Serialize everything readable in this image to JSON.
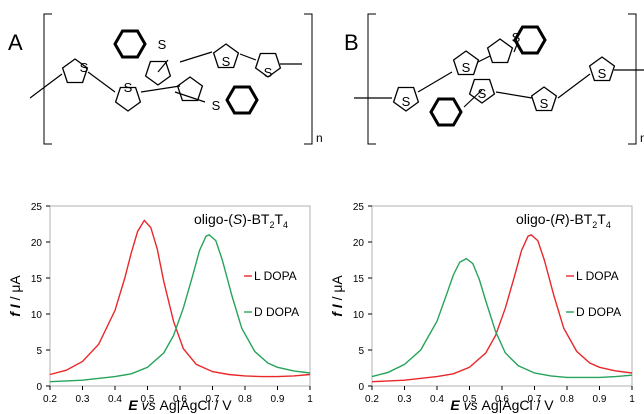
{
  "panels": [
    {
      "letter": "A",
      "subscript": "n"
    },
    {
      "letter": "B",
      "subscript": "n"
    }
  ],
  "structure_atom_label": "S",
  "chart_data": [
    {
      "type": "line",
      "title_parts": [
        "oligo-(",
        "S",
        ")-BT",
        "2",
        "T",
        "4"
      ],
      "xlabel_parts": [
        "E",
        " vs ",
        "Ag|AgCl / V"
      ],
      "ylabel_parts": [
        "f",
        " ",
        "I",
        " / μA"
      ],
      "xlim": [
        0.2,
        1.0
      ],
      "ylim": [
        0,
        25
      ],
      "xticks": [
        "0.2",
        "0.3",
        "0.4",
        "0.5",
        "0.6",
        "0.7",
        "0.8",
        "0.9",
        "1"
      ],
      "yticks": [
        "0",
        "5",
        "10",
        "15",
        "20",
        "25"
      ],
      "grid": false,
      "legend_placement": "right",
      "series": [
        {
          "name": "L DOPA",
          "color": "#e8282b",
          "x": [
            0.2,
            0.25,
            0.3,
            0.35,
            0.4,
            0.43,
            0.45,
            0.47,
            0.49,
            0.51,
            0.53,
            0.55,
            0.58,
            0.61,
            0.65,
            0.7,
            0.75,
            0.8,
            0.85,
            0.9,
            0.95,
            1.0
          ],
          "y": [
            1.6,
            2.2,
            3.4,
            5.8,
            10.5,
            15.0,
            18.5,
            21.5,
            23.0,
            22.0,
            19.0,
            14.5,
            9.0,
            5.2,
            3.0,
            2.0,
            1.6,
            1.4,
            1.3,
            1.3,
            1.4,
            1.6
          ]
        },
        {
          "name": "D DOPA",
          "color": "#27a35a",
          "x": [
            0.2,
            0.3,
            0.4,
            0.45,
            0.5,
            0.55,
            0.58,
            0.61,
            0.64,
            0.66,
            0.68,
            0.69,
            0.71,
            0.73,
            0.76,
            0.79,
            0.83,
            0.87,
            0.9,
            0.95,
            1.0
          ],
          "y": [
            0.6,
            0.8,
            1.3,
            1.7,
            2.6,
            4.6,
            7.0,
            10.8,
            15.5,
            18.8,
            20.8,
            21.0,
            20.2,
            17.5,
            12.5,
            8.0,
            4.8,
            3.2,
            2.6,
            2.1,
            1.8
          ]
        }
      ]
    },
    {
      "type": "line",
      "title_parts": [
        "oligo-(",
        "R",
        ")-BT",
        "2",
        "T",
        "4"
      ],
      "xlabel_parts": [
        "E",
        " vs ",
        "Ag|AgCl / V"
      ],
      "ylabel_parts": [
        "f",
        " ",
        "I",
        " / μA"
      ],
      "xlim": [
        0.2,
        1.0
      ],
      "ylim": [
        0,
        25
      ],
      "xticks": [
        "0.2",
        "0.3",
        "0.4",
        "0.5",
        "0.6",
        "0.7",
        "0.8",
        "0.9",
        "1"
      ],
      "yticks": [
        "0",
        "5",
        "10",
        "15",
        "20",
        "25"
      ],
      "grid": false,
      "legend_placement": "right",
      "series": [
        {
          "name": "L DOPA",
          "color": "#e8282b",
          "x": [
            0.2,
            0.3,
            0.4,
            0.45,
            0.5,
            0.55,
            0.58,
            0.61,
            0.64,
            0.66,
            0.68,
            0.69,
            0.71,
            0.73,
            0.76,
            0.79,
            0.83,
            0.87,
            0.9,
            0.95,
            1.0
          ],
          "y": [
            0.6,
            0.8,
            1.3,
            1.7,
            2.6,
            4.6,
            7.0,
            10.8,
            15.5,
            18.8,
            20.8,
            21.0,
            20.2,
            17.5,
            12.5,
            8.0,
            4.8,
            3.2,
            2.6,
            2.1,
            1.8
          ]
        },
        {
          "name": "D DOPA",
          "color": "#27a35a",
          "x": [
            0.2,
            0.25,
            0.3,
            0.35,
            0.4,
            0.43,
            0.45,
            0.47,
            0.49,
            0.51,
            0.53,
            0.55,
            0.58,
            0.61,
            0.65,
            0.7,
            0.75,
            0.8,
            0.85,
            0.9,
            0.95,
            1.0
          ],
          "y": [
            1.3,
            1.9,
            3.0,
            5.0,
            9.0,
            12.8,
            15.4,
            17.2,
            17.7,
            17.0,
            14.8,
            11.8,
            7.6,
            4.6,
            2.8,
            1.8,
            1.4,
            1.2,
            1.2,
            1.2,
            1.3,
            1.5
          ]
        }
      ]
    }
  ]
}
